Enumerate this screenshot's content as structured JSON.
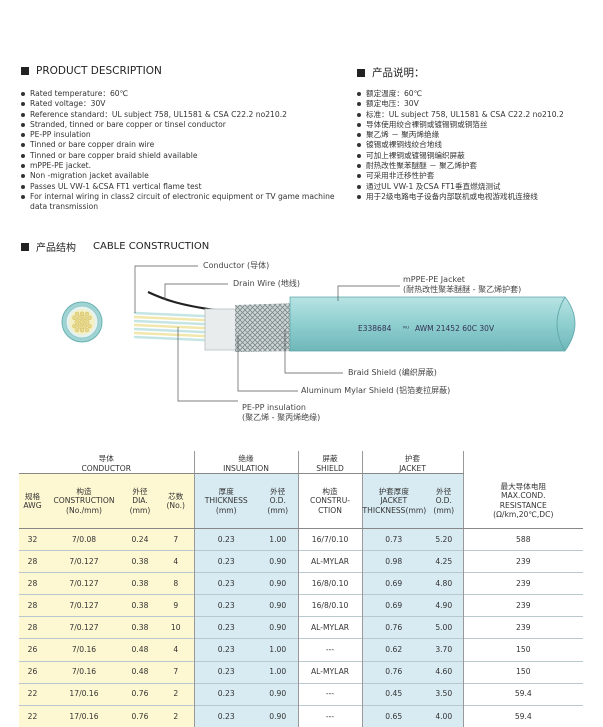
{
  "product_description": {
    "title_en": "PRODUCT DESCRIPTION",
    "items_en": [
      "Rated temperature：60℃",
      "Rated voltage：30V",
      "Reference standard：UL subject 758, UL1581 & CSA C22.2 no210.2",
      "Stranded, tinned or bare copper or tinsel conductor",
      "PE-PP insulation",
      "Tinned or bare copper drain wire",
      "Tinned or bare copper braid shield available",
      "mPPE-PE jacket.",
      "Non -migration jacket available",
      "Passes UL VW-1 &CSA FT1 vertical flame test",
      "For internal wiring in class2 circuit of electronic equipment or TV game machine data transmission"
    ],
    "title_cn": "产品说明：",
    "items_cn": [
      "额定温度：60℃",
      "额定电压：30V",
      "标准：UL subject 758, UL1581 & CSA C22.2 no210.2",
      "导体使用绞合裸铜或镀锡铜或铜箔丝",
      "聚乙烯 － 聚丙烯绝缘",
      "镀锡或裸铜线绞合地线",
      "可加上裸铜或镀锡铜编织屏蔽",
      "耐热改性聚苯醚醚 － 聚乙烯护套",
      "可采用非迁移性护套",
      "通过UL VW-1 及CSA FT1垂直燃烧测试",
      "用于2级电路电子设备内部联机或电视游戏机连接线"
    ]
  },
  "cable_construction": {
    "title_cn": "产品结构",
    "title_en": "CABLE CONSTRUCTION",
    "labels": {
      "conductor": "Conductor (导体)",
      "drain_wire": "Drain Wire (地线)",
      "jacket_en": "mPPE-PE Jacket",
      "jacket_cn": "(耐热改性聚苯醚醚 - 聚乙烯护套)",
      "braid": "Braid Shield (编织屏蔽)",
      "mylar": "Aluminum Mylar Shield (铝箔麦拉屏蔽)",
      "insulation_en": "PE-PP insulation",
      "insulation_cn": "(聚乙烯 - 聚丙烯绝缘)",
      "print_mark": "E338684",
      "print_spec": "AWM 21452 60C 30V"
    }
  },
  "table": {
    "groups": {
      "conductor_cn": "导体",
      "conductor_en": "CONDUCTOR",
      "insulation_cn": "绝缘",
      "insulation_en": "INSULATION",
      "shield_cn": "屏蔽",
      "shield_en": "SHIELD",
      "jacket_cn": "护套",
      "jacket_en": "JACKET"
    },
    "columns": [
      [
        "规格",
        "AWG",
        ""
      ],
      [
        "构造",
        "CONSTRUCTION",
        "(No./mm)"
      ],
      [
        "外径",
        "DIA.",
        "(mm)"
      ],
      [
        "芯数",
        "(No.)",
        ""
      ],
      [
        "厚度",
        "THICKNESS",
        "(mm)"
      ],
      [
        "外径",
        "O.D.",
        "(mm)"
      ],
      [
        "构造",
        "CONSTRU-",
        "CTION"
      ],
      [
        "护套厚度",
        "JACKET",
        "THICKNESS(mm)"
      ],
      [
        "外径",
        "O.D.",
        "(mm)"
      ],
      [
        "最大导体电阻",
        "MAX.COND.",
        "RESISTANCE",
        "(Ω/km,20℃,DC)"
      ]
    ],
    "rows": [
      [
        "32",
        "7/0.08",
        "0.24",
        "7",
        "0.23",
        "1.00",
        "16/7/0.10",
        "0.73",
        "5.20",
        "588"
      ],
      [
        "28",
        "7/0.127",
        "0.38",
        "4",
        "0.23",
        "0.90",
        "AL-MYLAR",
        "0.98",
        "4.25",
        "239"
      ],
      [
        "28",
        "7/0.127",
        "0.38",
        "8",
        "0.23",
        "0.90",
        "16/8/0.10",
        "0.69",
        "4.80",
        "239"
      ],
      [
        "28",
        "7/0.127",
        "0.38",
        "9",
        "0.23",
        "0.90",
        "16/8/0.10",
        "0.69",
        "4.90",
        "239"
      ],
      [
        "28",
        "7/0.127",
        "0.38",
        "10",
        "0.23",
        "0.90",
        "AL-MYLAR",
        "0.76",
        "5.00",
        "239"
      ],
      [
        "26",
        "7/0.16",
        "0.48",
        "4",
        "0.23",
        "1.00",
        "---",
        "0.62",
        "3.70",
        "150"
      ],
      [
        "26",
        "7/0.16",
        "0.48",
        "7",
        "0.23",
        "1.00",
        "AL-MYLAR",
        "0.76",
        "4.60",
        "150"
      ],
      [
        "22",
        "17/0.16",
        "0.76",
        "2",
        "0.23",
        "0.90",
        "---",
        "0.45",
        "3.50",
        "59.4"
      ],
      [
        "22",
        "17/0.16",
        "0.76",
        "2",
        "0.23",
        "0.90",
        "---",
        "0.65",
        "4.00",
        "59.4"
      ]
    ]
  }
}
